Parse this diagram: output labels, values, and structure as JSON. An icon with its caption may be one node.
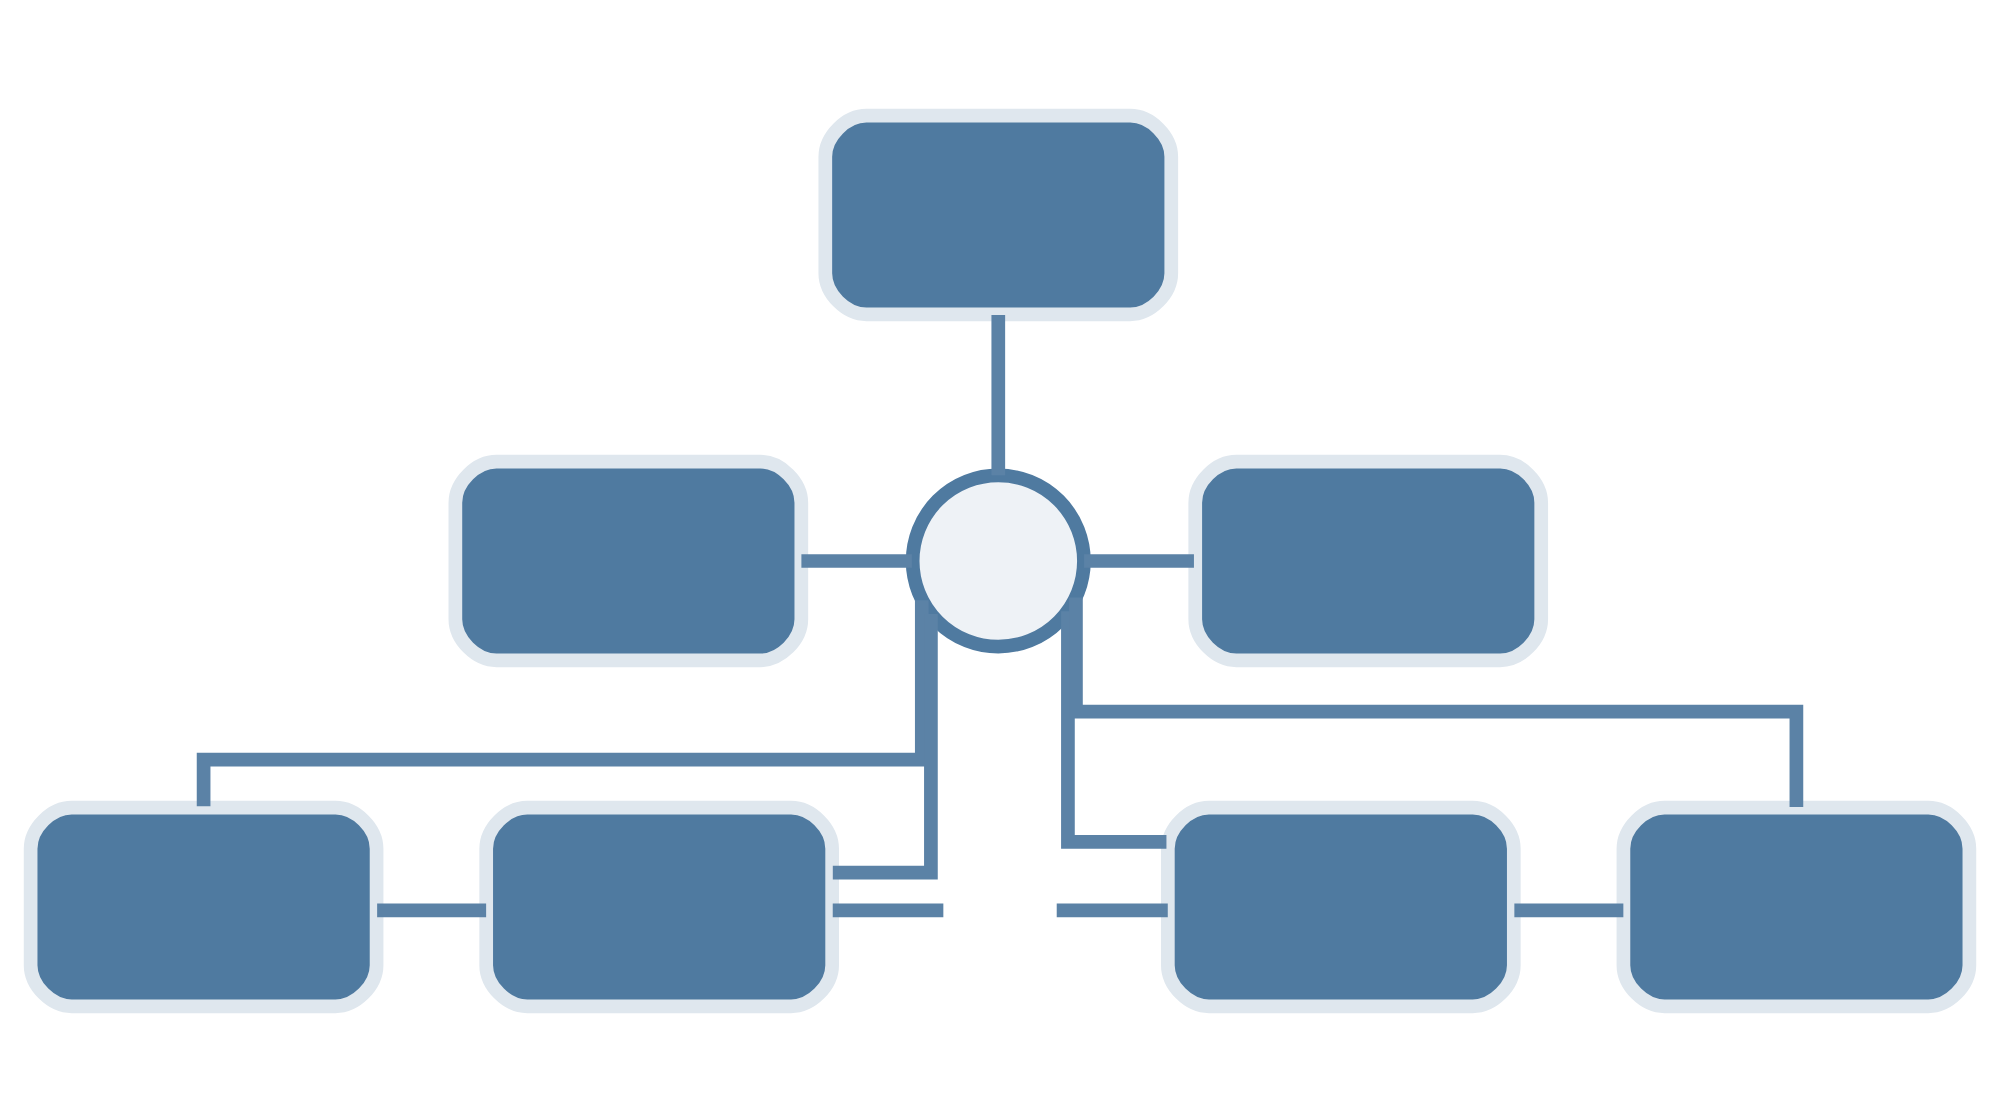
{
  "diagram": {
    "nodes": [
      {
        "text": [],
        "shape": "box"
      },
      {
        "text": [],
        "shape": "box"
      },
      {
        "text": [],
        "shape": "circle"
      },
      {
        "text": [],
        "shape": "box"
      },
      {
        "text": [],
        "shape": "box"
      },
      {
        "text": [],
        "shape": "box"
      },
      {
        "text": [],
        "shape": "box"
      },
      {
        "text": [],
        "shape": "box"
      }
    ],
    "edges": [
      {
        "from": 0,
        "to": 2,
        "arrow": "none"
      },
      {
        "from": 1,
        "to": 2,
        "arrow": "none"
      },
      {
        "from": 2,
        "to": 3,
        "arrow": "none"
      },
      {
        "from": 2,
        "to": 4,
        "arrow": "none"
      },
      {
        "from": 2,
        "to": 5,
        "arrow": "none"
      },
      {
        "from": 2,
        "to": 6,
        "arrow": "none"
      },
      {
        "from": 2,
        "to": 7,
        "arrow": "none"
      },
      {
        "from": 4,
        "to": 5,
        "arrow": "none"
      },
      {
        "from": 5,
        "to": null,
        "arrow": "none"
      },
      {
        "from": null,
        "to": 6,
        "arrow": "none"
      },
      {
        "from": 6,
        "to": 7,
        "arrow": "none"
      }
    ]
  }
}
